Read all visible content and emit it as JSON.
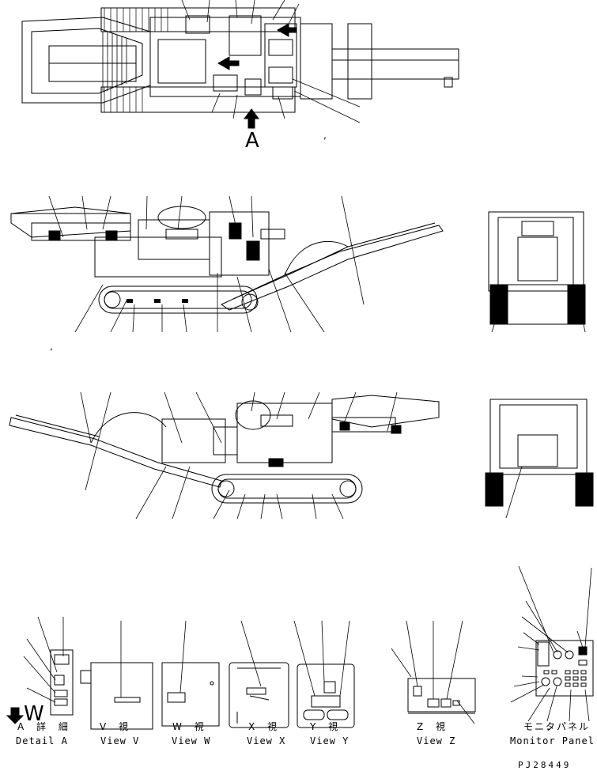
{
  "callout_a": "A",
  "callout_w": "W",
  "views": [
    {
      "jp": "A 詳 細",
      "en": "Detail A"
    },
    {
      "jp": "V 視",
      "en": "View V"
    },
    {
      "jp": "W 視",
      "en": "View W"
    },
    {
      "jp": "X 視",
      "en": "View X"
    },
    {
      "jp": "Y 視",
      "en": "View Y"
    },
    {
      "jp": "Z 視",
      "en": "View Z"
    },
    {
      "jp": "モニタパネル",
      "en": "Monitor Panel"
    }
  ],
  "drawing_number": "PJ28449"
}
